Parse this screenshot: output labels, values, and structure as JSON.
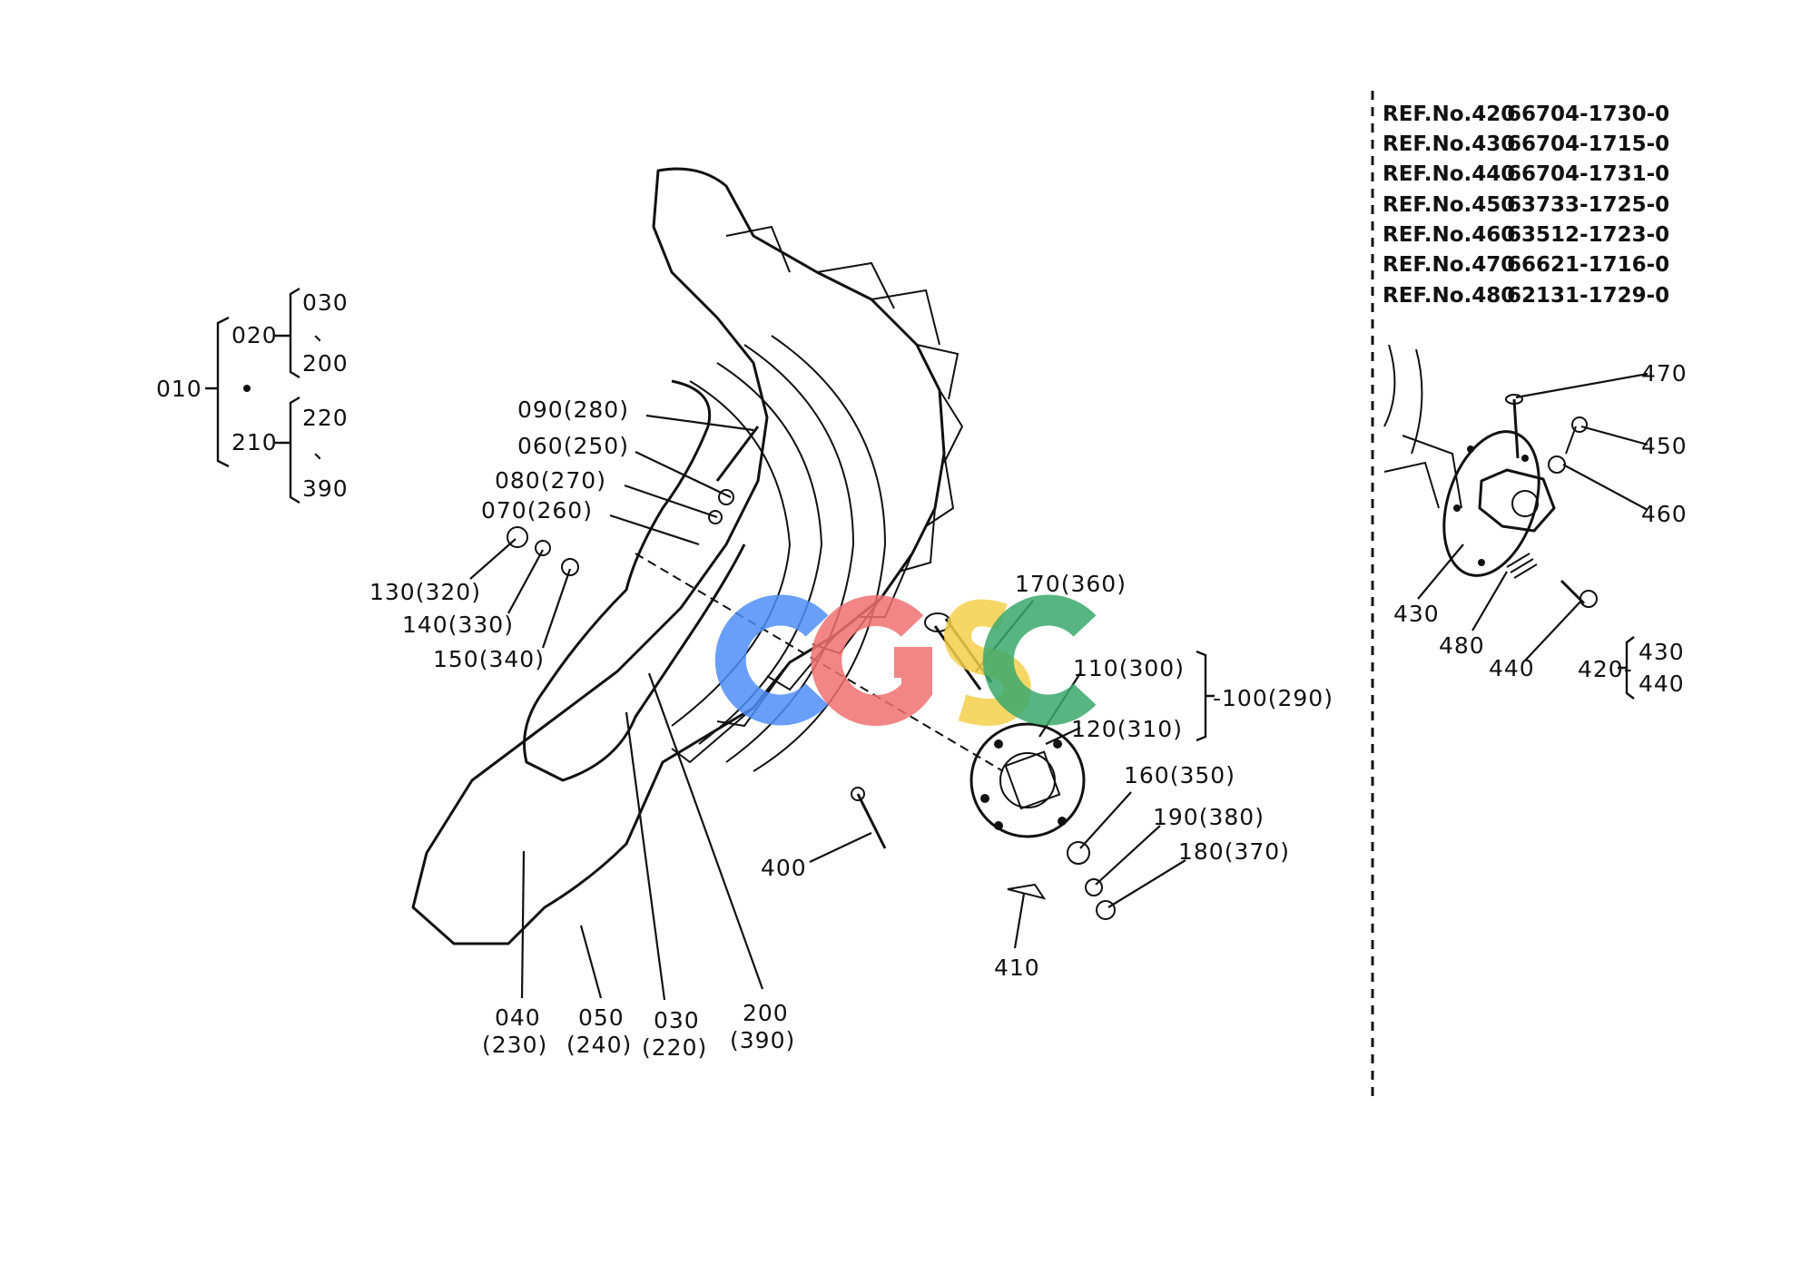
{
  "ref_table": [
    {
      "ref": "REF.No.420",
      "part": "66704-1730-0"
    },
    {
      "ref": "REF.No.430",
      "part": "66704-1715-0"
    },
    {
      "ref": "REF.No.440",
      "part": "66704-1731-0"
    },
    {
      "ref": "REF.No.450",
      "part": "63733-1725-0"
    },
    {
      "ref": "REF.No.460",
      "part": "63512-1723-0"
    },
    {
      "ref": "REF.No.470",
      "part": "66621-1716-0"
    },
    {
      "ref": "REF.No.480",
      "part": "62131-1729-0"
    }
  ],
  "tree": {
    "root": "010",
    "n020": "020",
    "n030": "030",
    "n200": "200",
    "n210": "210",
    "n220": "220",
    "n390": "390",
    "dash": "、"
  },
  "callouts": {
    "c090": "090(280)",
    "c060": "060(250)",
    "c080": "080(270)",
    "c070": "070(260)",
    "c130": "130(320)",
    "c140": "140(330)",
    "c150": "150(340)",
    "c170": "170(360)",
    "c110": "110(300)",
    "c120": "120(310)",
    "c100": "-100(290)",
    "c160": "160(350)",
    "c190": "190(380)",
    "c180": "180(370)",
    "c400": "400",
    "c410": "410",
    "c040a": "040",
    "c040b": "(230)",
    "c050a": "050",
    "c050b": "(240)",
    "c030a": "030",
    "c030b": "(220)",
    "c200a": "200",
    "c200b": "(390)"
  },
  "inset": {
    "c470": "470",
    "c450": "450",
    "c460": "460",
    "c430": "430",
    "c480": "480",
    "c440": "440",
    "c420": "420-",
    "c420a": "430",
    "c420b": "440"
  },
  "watermark": {
    "text": "CGSC",
    "colors": [
      "#4f8ef7",
      "#f07070",
      "#f5d04a",
      "#3aa86b"
    ]
  }
}
